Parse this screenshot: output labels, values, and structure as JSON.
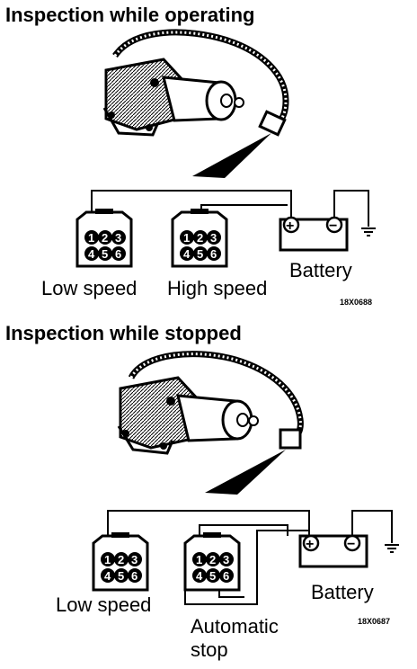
{
  "section1": {
    "heading": "Inspection while operating",
    "connector_left_label": "Low speed",
    "connector_right_label": "High speed",
    "battery_label": "Battery",
    "figure_code": "18X0688",
    "pins": [
      "1",
      "2",
      "3",
      "4",
      "5",
      "6"
    ]
  },
  "section2": {
    "heading": "Inspection while stopped",
    "connector_left_label": "Low speed",
    "connector_right_label_line1": "Automatic",
    "connector_right_label_line2": "stop",
    "battery_label": "Battery",
    "figure_code": "18X0687",
    "pins": [
      "1",
      "2",
      "3",
      "4",
      "5",
      "6"
    ]
  },
  "symbols": {
    "plus": "+",
    "minus": "−"
  }
}
